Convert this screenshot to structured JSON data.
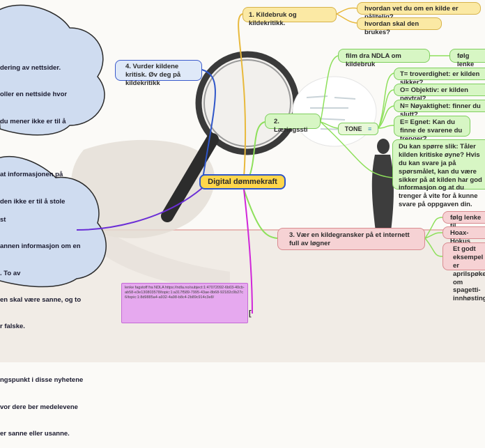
{
  "center": {
    "label": "Digital dømmekraft"
  },
  "branch1": {
    "label": "1. Kildebruk og kildekritikk.",
    "children": [
      "hvordan vet du om en kilde er pålitelig?",
      "hvordan skal den brukes?"
    ]
  },
  "branch2": {
    "label": "2. Læringssti",
    "film": "film dra NDLA om kildebruk",
    "film_child": "følg lenke",
    "tone": "TONE",
    "tone_icon": "list-icon",
    "tone_items": [
      "T= troverdighet: er kilden  sikker?",
      "O= Objektiv: er kilden nøytral?",
      "N= Nøyaktighet: finner du slutt?",
      "E= Egnet: Kan du finne de svarene du trenger?"
    ],
    "question": "Du kan spørre slik: Tåler kilden kritiske øyne? Hvis du kan svare ja på spørsmålet, kan du være sikker på at kilden har god informasjon og at du trenger å vite for å kunne svare på oppgaven din."
  },
  "branch3": {
    "label": "3. Vær en kildegransker på et internett full av løgner",
    "children": [
      "følg lenke til",
      "Hoax- Hokus pokus",
      "Et godt eksempel er aprilspøken om spagetti-innhøsting"
    ]
  },
  "branch4": {
    "label": "4. Vurder kildene kritisk. Øv deg på kildekritikk"
  },
  "link_note": {
    "text": "lenke fagstoff fra NDLA https://ndla.no/subject:1:47072092-6b03-40cb-ab58-e3e130803578/topic:1:a317f589-7995-43ae-8b68-92182c0b27c6/topic:1:8d9885a4-a932-4a98-b8c4-2b89c914c3e8/",
    "bracket": "["
  },
  "cloud_top": {
    "lines": [
      "dering av nettsider.",
      "oller en nettside hvor",
      "du mener ikke er til å",
      "",
      "at informasjonen på",
      "den ikke er til å stole"
    ]
  },
  "cloud_bottom": {
    "lines": [
      "st",
      "annen informasjon om en",
      ". To av",
      "en skal være sanne, og to",
      "r falske.",
      "",
      "ngspunkt i disse nyhetene",
      "vor dere ber medelevene",
      "er sanne eller usanne."
    ]
  },
  "colors": {
    "yellow": "#fbe9a4",
    "green": "#d7f6c4",
    "pink": "#f6d2d4",
    "blue": "#2f56c9",
    "purple": "#6b2fd6",
    "magenta": "#d026d9"
  }
}
